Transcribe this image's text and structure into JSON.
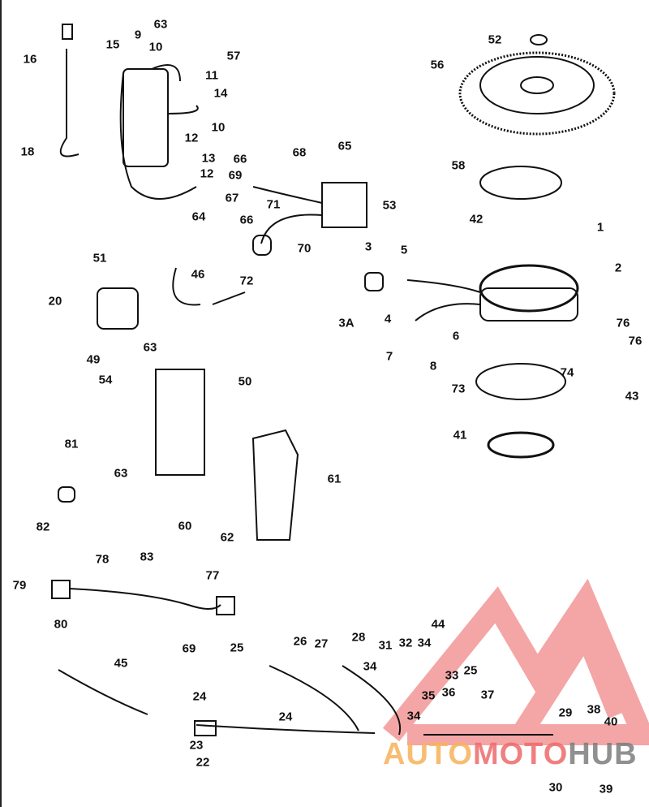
{
  "title": "Ignition system exploded parts diagram",
  "labels": [
    "63",
    "9",
    "15",
    "16",
    "10",
    "57",
    "11",
    "14",
    "10",
    "18",
    "12",
    "13",
    "12",
    "52",
    "56",
    "66",
    "68",
    "65",
    "69",
    "67",
    "71",
    "64",
    "66",
    "58",
    "42",
    "1",
    "53",
    "3",
    "5",
    "70",
    "72",
    "2",
    "51",
    "20",
    "46",
    "3A",
    "4",
    "6",
    "7",
    "8",
    "76",
    "76",
    "74",
    "49",
    "63",
    "54",
    "50",
    "73",
    "43",
    "41",
    "81",
    "61",
    "63",
    "82",
    "60",
    "83",
    "62",
    "78",
    "79",
    "77",
    "80",
    "44",
    "69",
    "26",
    "25",
    "27",
    "28",
    "31",
    "32",
    "34",
    "45",
    "34",
    "33",
    "25",
    "24",
    "35",
    "36",
    "37",
    "34",
    "24",
    "29",
    "38",
    "40",
    "23",
    "22",
    "30",
    "39"
  ],
  "watermark": {
    "part1": "AUTO",
    "part2": "MOTO",
    "part3": "HUB",
    "colors": [
      "#f7b25a",
      "#ee6b6b",
      "#7d7d7d"
    ],
    "triangle_color": "#f08080"
  }
}
